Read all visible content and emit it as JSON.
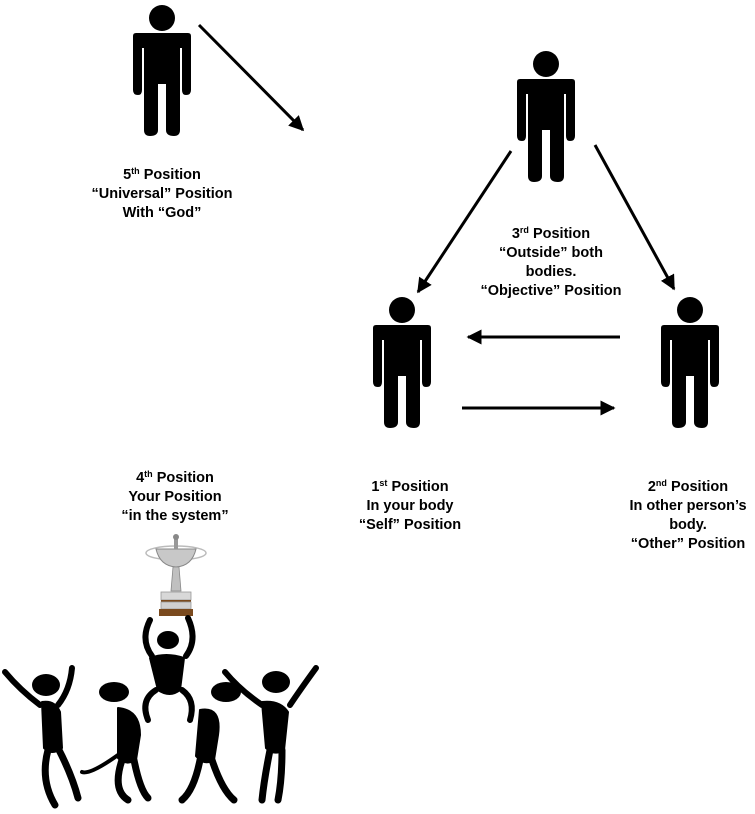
{
  "diagram": {
    "title": "Perceptual Positions",
    "colors": {
      "figure": "#000000",
      "arrow": "#000000",
      "background": "#ffffff",
      "trophy_base": "#7a4a1e",
      "trophy_silver": "#b8b8b8"
    },
    "positions": [
      {
        "id": "fifth",
        "number": "5",
        "suffix": "th",
        "lines": [
          "Position",
          "“Universal” Position",
          "With “God”"
        ]
      },
      {
        "id": "third",
        "number": "3",
        "suffix": "rd",
        "lines": [
          "Position",
          "“Outside” both",
          "bodies.",
          "“Objective” Position"
        ]
      },
      {
        "id": "first",
        "number": "1",
        "suffix": "st",
        "lines": [
          "Position",
          "In your body",
          "“Self” Position"
        ]
      },
      {
        "id": "second",
        "number": "2",
        "suffix": "nd",
        "lines": [
          "Position",
          "In other person’s",
          "body.",
          "“Other” Position"
        ]
      },
      {
        "id": "fourth",
        "number": "4",
        "suffix": "th",
        "lines": [
          "Position",
          "Your Position",
          "“in the system”"
        ]
      }
    ],
    "arrows": [
      {
        "from": "fifth",
        "to": "third"
      },
      {
        "from": "third",
        "to": "first"
      },
      {
        "from": "third",
        "to": "second"
      },
      {
        "from": "second",
        "to": "first"
      },
      {
        "from": "first",
        "to": "second"
      }
    ],
    "illustration": "team-celebrating-with-trophy"
  }
}
